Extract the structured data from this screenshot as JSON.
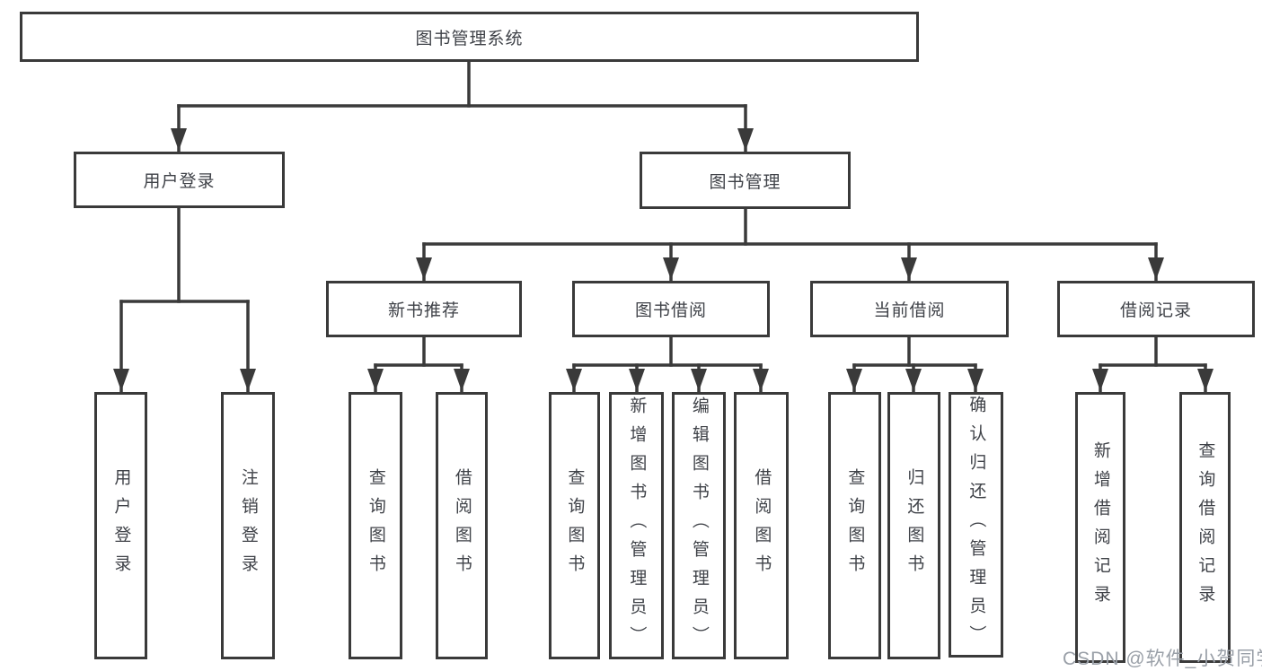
{
  "diagram": {
    "root": {
      "label": "图书管理系统"
    },
    "children": [
      {
        "label": "用户登录",
        "children": [
          {
            "label": "用户登录"
          },
          {
            "label": "注销登录"
          }
        ]
      },
      {
        "label": "图书管理",
        "children": [
          {
            "label": "新书推荐",
            "children": [
              {
                "label": "查询图书"
              },
              {
                "label": "借阅图书"
              }
            ]
          },
          {
            "label": "图书借阅",
            "children": [
              {
                "label": "查询图书"
              },
              {
                "label": "新增图书（管理员）"
              },
              {
                "label": "编辑图书（管理员）"
              },
              {
                "label": "借阅图书"
              }
            ]
          },
          {
            "label": "当前借阅",
            "children": [
              {
                "label": "查询图书"
              },
              {
                "label": "归还图书"
              },
              {
                "label": "确认归还（管理员）"
              }
            ]
          },
          {
            "label": "借阅记录",
            "children": [
              {
                "label": "新增借阅记录"
              },
              {
                "label": "查询借阅记录"
              }
            ]
          }
        ]
      }
    ]
  },
  "watermark": {
    "text": "CSDN @软件_小贺同学",
    "color": "#9aa0a8"
  },
  "colors": {
    "line": "#3a3a3a",
    "box_border": "#3a3a3a",
    "text": "#3f4248",
    "background": "#ffffff"
  }
}
